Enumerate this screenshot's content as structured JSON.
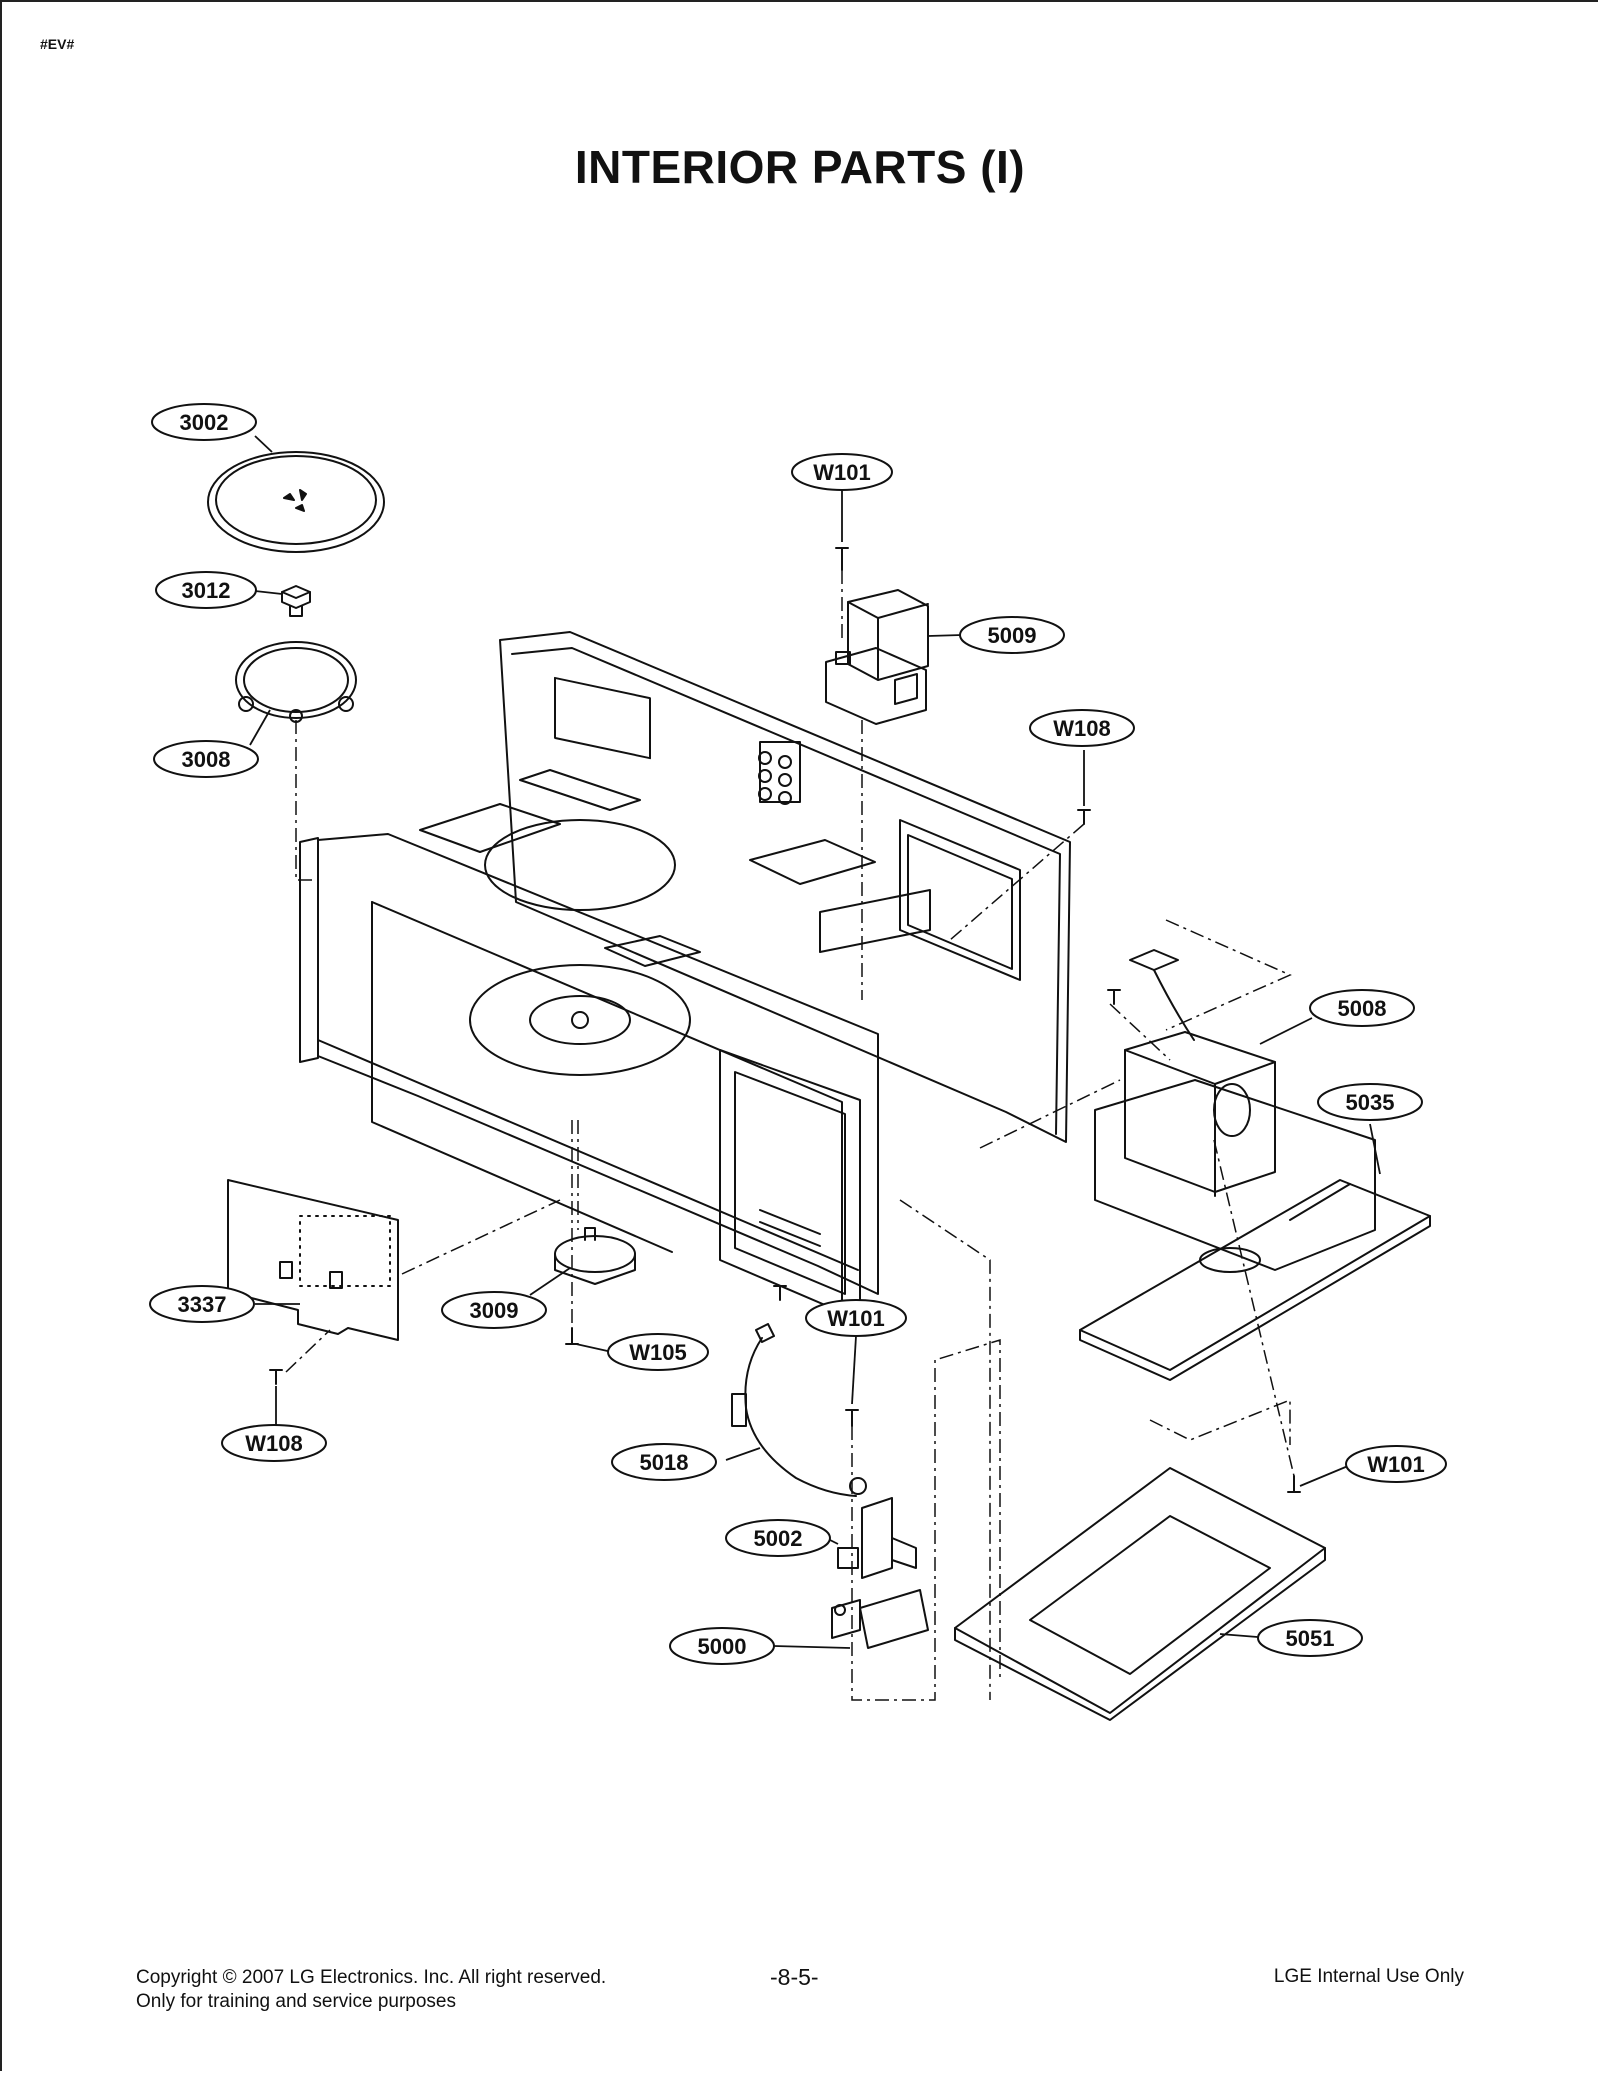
{
  "doc_tag": "#EV#",
  "title": "INTERIOR PARTS (I)",
  "callouts": [
    {
      "id": "p3002",
      "label": "3002"
    },
    {
      "id": "p3012",
      "label": "3012"
    },
    {
      "id": "p3008",
      "label": "3008"
    },
    {
      "id": "pW101a",
      "label": "W101"
    },
    {
      "id": "p5009",
      "label": "5009"
    },
    {
      "id": "pW108a",
      "label": "W108"
    },
    {
      "id": "p5008",
      "label": "5008"
    },
    {
      "id": "p5035",
      "label": "5035"
    },
    {
      "id": "p3337",
      "label": "3337"
    },
    {
      "id": "p3009",
      "label": "3009"
    },
    {
      "id": "pW105",
      "label": "W105"
    },
    {
      "id": "pW101b",
      "label": "W101"
    },
    {
      "id": "pW108b",
      "label": "W108"
    },
    {
      "id": "p5018",
      "label": "5018"
    },
    {
      "id": "p5002",
      "label": "5002"
    },
    {
      "id": "pW101c",
      "label": "W101"
    },
    {
      "id": "p5000",
      "label": "5000"
    },
    {
      "id": "p5051",
      "label": "5051"
    }
  ],
  "footer": {
    "copyright": "Copyright © 2007 LG Electronics. Inc. All right reserved.",
    "purpose": "Only for training and service purposes",
    "page_number": "-8-5-",
    "internal": "LGE Internal Use Only"
  }
}
